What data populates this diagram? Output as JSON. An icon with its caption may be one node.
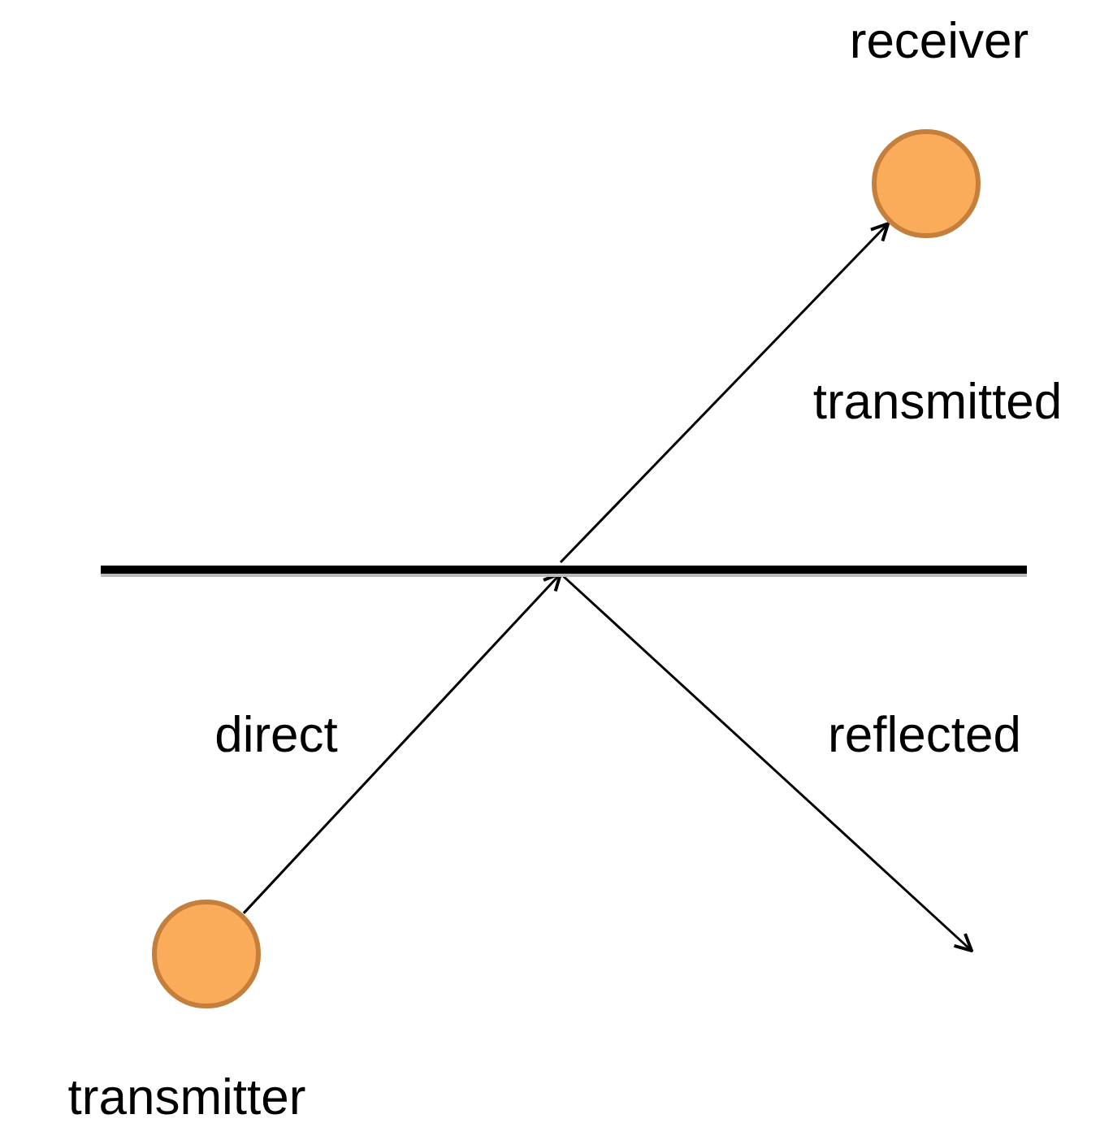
{
  "diagram": {
    "nodes": [
      {
        "text": [
          "transmitter"
        ]
      },
      {
        "text": [
          "receiver"
        ]
      },
      {
        "text": [],
        "shape": "bar"
      }
    ],
    "edges": [
      {
        "from": 0,
        "to": 2,
        "arrow": "to",
        "label": "direct"
      },
      {
        "from": 2,
        "to": 1,
        "arrow": "to",
        "label": "transmitted"
      },
      {
        "from": 2,
        "to": null,
        "arrow": "to",
        "label": "reflected"
      }
    ]
  }
}
